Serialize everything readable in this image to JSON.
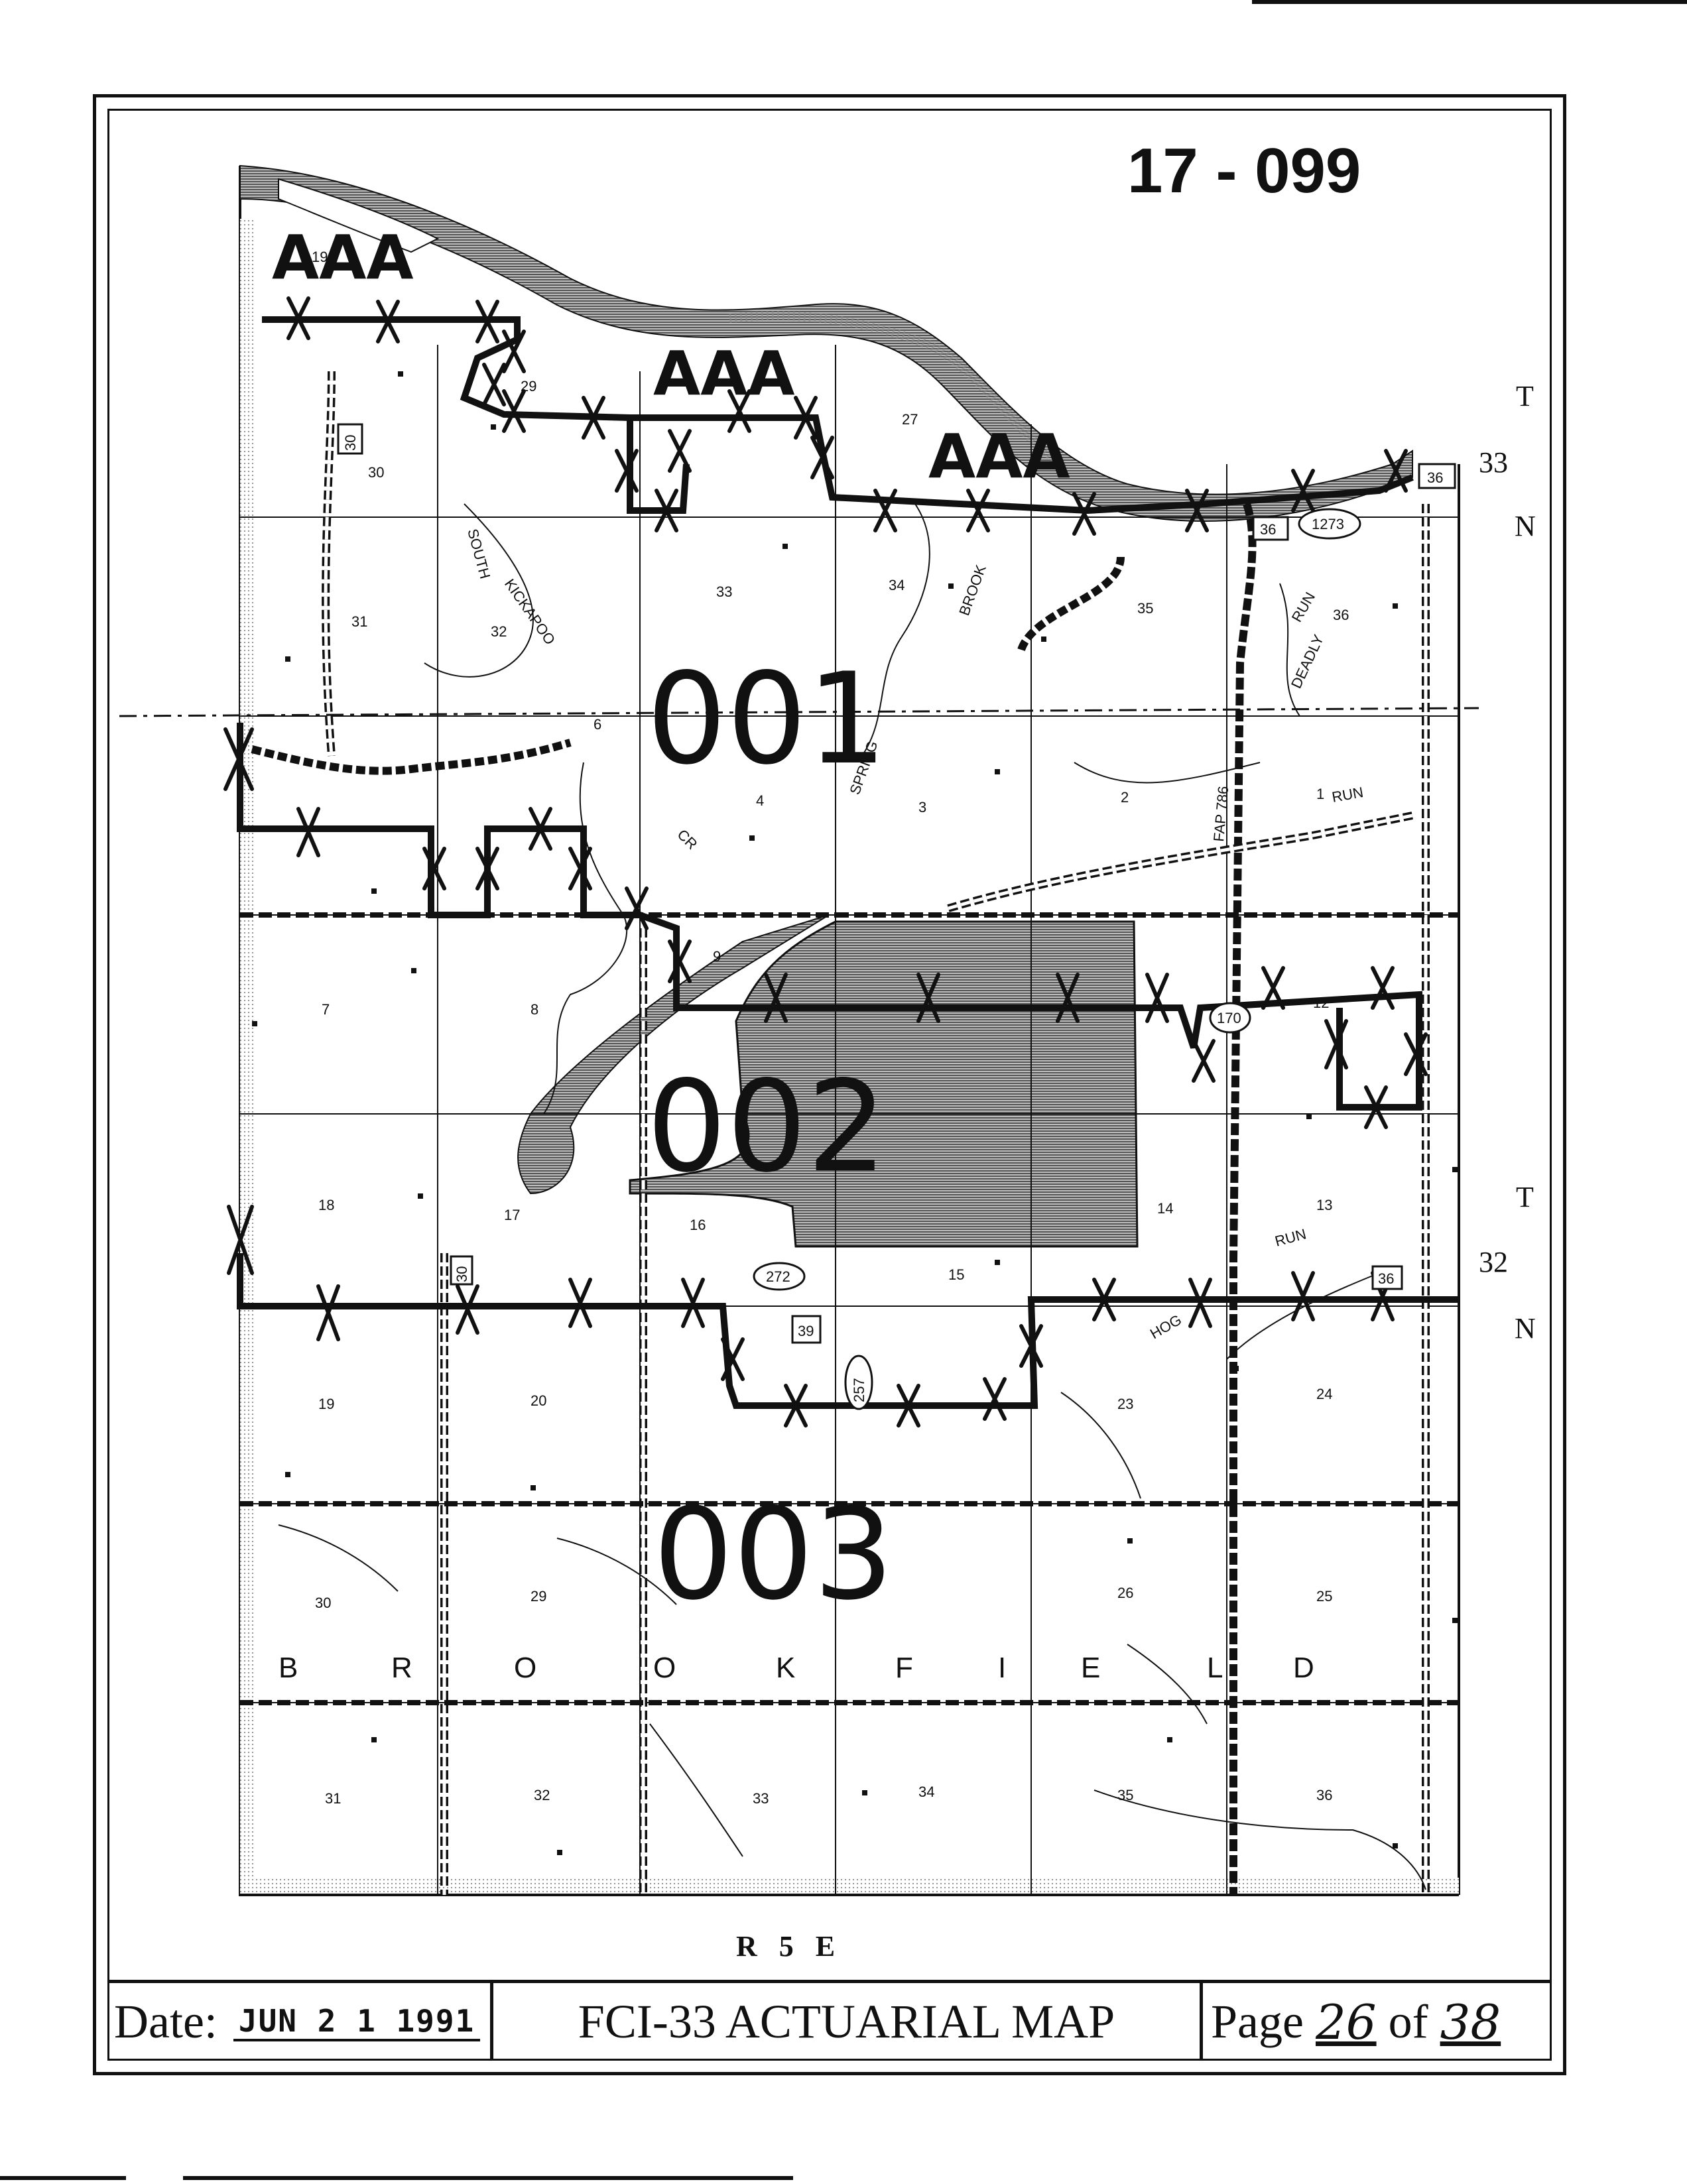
{
  "map": {
    "county_code": "17 - 099",
    "zones": [
      "001",
      "002",
      "003"
    ],
    "high_risk_label": "AAA",
    "township_north": [
      "T",
      "33",
      "N"
    ],
    "township_south": [
      "T",
      "32",
      "N"
    ],
    "range": "R   5   E",
    "township_name": [
      "B",
      "R",
      "O",
      "O",
      "K",
      "F",
      "I",
      "E",
      "L",
      "D"
    ],
    "sections_top": [
      "19",
      "29",
      "30",
      "27",
      "31",
      "32",
      "33",
      "34",
      "35",
      "36"
    ],
    "sections_row2": [
      "6",
      "4",
      "3",
      "2",
      "1"
    ],
    "sections_row3": [
      "7",
      "8",
      "9",
      "12"
    ],
    "sections_row4": [
      "18",
      "17",
      "16",
      "15",
      "14",
      "13"
    ],
    "sections_row5": [
      "19",
      "20",
      "23",
      "24"
    ],
    "sections_row6": [
      "30",
      "29",
      "26",
      "25"
    ],
    "sections_row7": [
      "31",
      "32",
      "33",
      "34",
      "35",
      "36"
    ],
    "feature_labels": [
      "SOUTH",
      "KICKAPOO",
      "BROOK",
      "SPRING",
      "DEADLY",
      "RUN",
      "FAP 786",
      "RUN",
      "RUN",
      "CR",
      "HOG"
    ],
    "route_shields": [
      "30",
      "36",
      "36",
      "1273",
      "272",
      "39",
      "257",
      "30",
      "36",
      "170"
    ]
  },
  "footer": {
    "date_label": "Date:",
    "date_value": "JUN 2 1 1991",
    "title": "FCI-33 ACTUARIAL MAP",
    "page_prefix": "Page",
    "page_number": "26",
    "page_of": "of",
    "page_total": "38"
  }
}
